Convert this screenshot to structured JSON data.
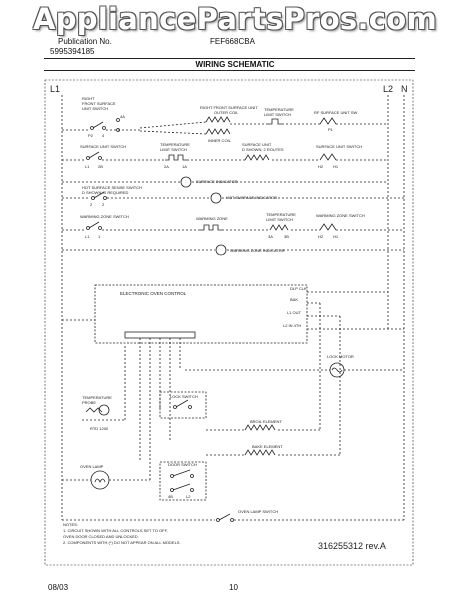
{
  "watermark": "AppliancePartsPros.com",
  "header": {
    "pub_label": "Publication No.",
    "pub_number": "5995394185",
    "model": "FEF668CBA"
  },
  "title": "WIRING SCHEMATIC",
  "rails": {
    "left": "L1",
    "right_l2": "L2",
    "right_n": "N"
  },
  "labels": {
    "rf_switch": [
      "RIGHT",
      "FRONT SURFACE",
      "UNIT SWITCH"
    ],
    "rf_unit": [
      "RIGHT FRONT SURFACE UNIT",
      "OUTER COIL"
    ],
    "inner_coil": "INNER COIL",
    "temp_limit_switch": [
      "TEMPERATURE",
      "LIMIT SWITCH"
    ],
    "rf_surface_unit_sw": [
      "RF SURFACE UNIT SW"
    ],
    "surface_unit_switch": "SURFACE UNIT SWITCH",
    "surface_unit_mid": [
      "SURFACE UNIT",
      "D SHOWN, 2 ROUTES"
    ],
    "surface_indicator": "SURFACE INDICATOR",
    "hot_surface_switch": [
      "HOT SURFACE SENSE SWITCH",
      "D SHOWN IS REQUIRED"
    ],
    "hot_surface_indicator": "HOT SURFACE INDICATOR",
    "warming_zone_switch": "WARMING ZONE SWITCH",
    "warming_zone": "WARMING ZONE",
    "warming_zone_indicator": "WARMING ZONE INDICATOR",
    "electronic_oven_control": "ELECTRONIC OVEN CONTROL",
    "eoc_pins": [
      "DLP CLK",
      "BAK",
      "L1 OUT",
      "L2 IN 4TH"
    ],
    "lock_motor": "LOCK MOTOR",
    "temperature_probe": [
      "TEMPERATURE",
      "PROBE"
    ],
    "lock_switch": "LOCK SWITCH",
    "broil_element": "BROIL ELEMENT",
    "bake_element": "BAKE ELEMENT",
    "door_switch": "DOOR SWITCH",
    "oven_lamp": "OVEN LAMP",
    "oven_lamp_switch": "OVEN LAMP SWITCH",
    "rtd": "RTD 1200",
    "terminals": {
      "p1": "P1",
      "p2": "P2",
      "t4": "4",
      "t2": "2",
      "t2a": "2A",
      "t1": "1",
      "h1": "H1",
      "h2": "H2",
      "l1a": "L1",
      "l2a": "L2",
      "t1a": "1A",
      "t2b": "2B",
      "t3a": "3A",
      "t3b": "3B",
      "t4a": "4A",
      "t4b": "4B"
    }
  },
  "notes": [
    "NOTES:",
    "1. CIRCUIT SHOWN WITH ALL CONTROLS SET TO OFF,",
    "   OVEN DOOR CLOSED AND UNLOCKED.",
    "2. COMPONENTS WITH (*) DO NOT APPEAR ON ALL MODELS."
  ],
  "part_number": "316255312 rev.A",
  "footer": {
    "date": "08/03",
    "page": "10"
  }
}
